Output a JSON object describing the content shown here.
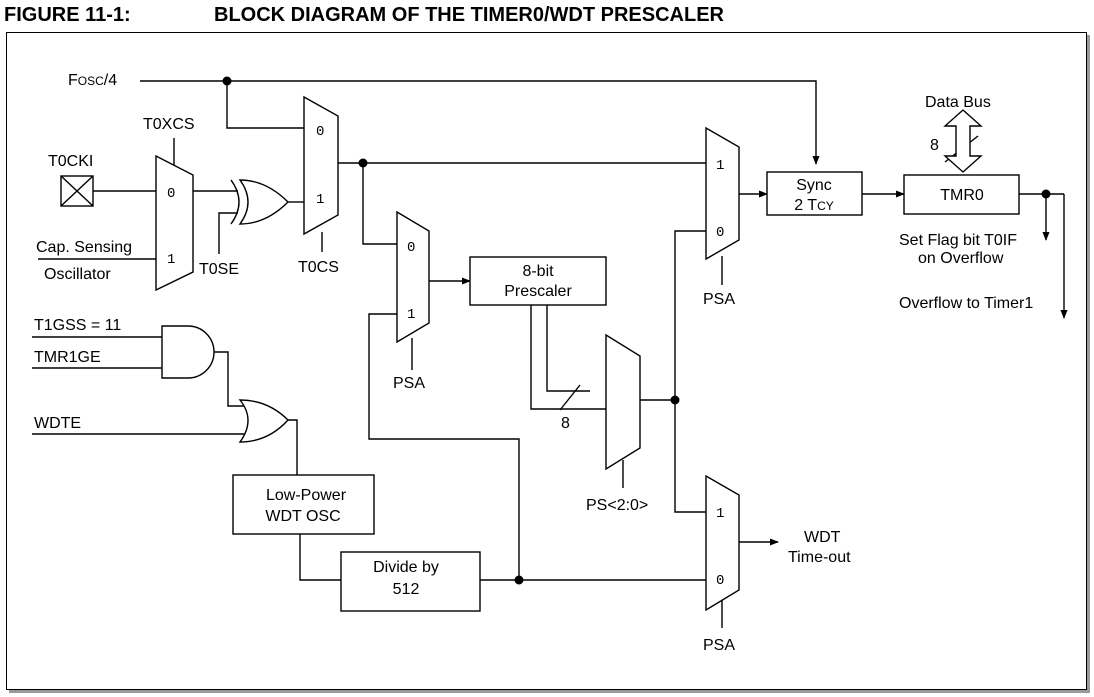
{
  "figure": {
    "number": "FIGURE 11-1:",
    "title": "BLOCK DIAGRAM OF THE TIMER0/WDT PRESCALER"
  },
  "signals": {
    "fosc_prefix": "F",
    "fosc_small": "OSC",
    "fosc_suffix": "/4",
    "t0cki": "T0CKI",
    "t0xcs": "T0XCS",
    "cap_sensing_1": "Cap. Sensing",
    "cap_sensing_2": "Oscillator",
    "t0se": "T0SE",
    "t0cs": "T0CS",
    "t1gss_text": "T1GSS = ",
    "t1gss_value": "11",
    "tmr1ge": "TMR1GE",
    "wdte": "WDTE",
    "psa": "PSA",
    "ps": "PS<2:0>",
    "data_bus": "Data Bus",
    "bus_width": "8",
    "prescaler_width": "8",
    "set_flag_1": "Set Flag bit T0IF",
    "set_flag_2": "on Overflow",
    "overflow": "Overflow to Timer1",
    "wdt_timeout_1": "WDT",
    "wdt_timeout_2": "Time-out"
  },
  "blocks": {
    "sync_1": "Sync",
    "sync_2_prefix": "2 T",
    "sync_2_small": "CY",
    "tmr0": "TMR0",
    "prescaler_1": "8-bit",
    "prescaler_2": "Prescaler",
    "lp_osc_1": "Low-Power",
    "lp_osc_2": "WDT OSC",
    "divide_1": "Divide by",
    "divide_2": "512"
  },
  "mux_inputs": {
    "zero": "0",
    "one": "1"
  }
}
